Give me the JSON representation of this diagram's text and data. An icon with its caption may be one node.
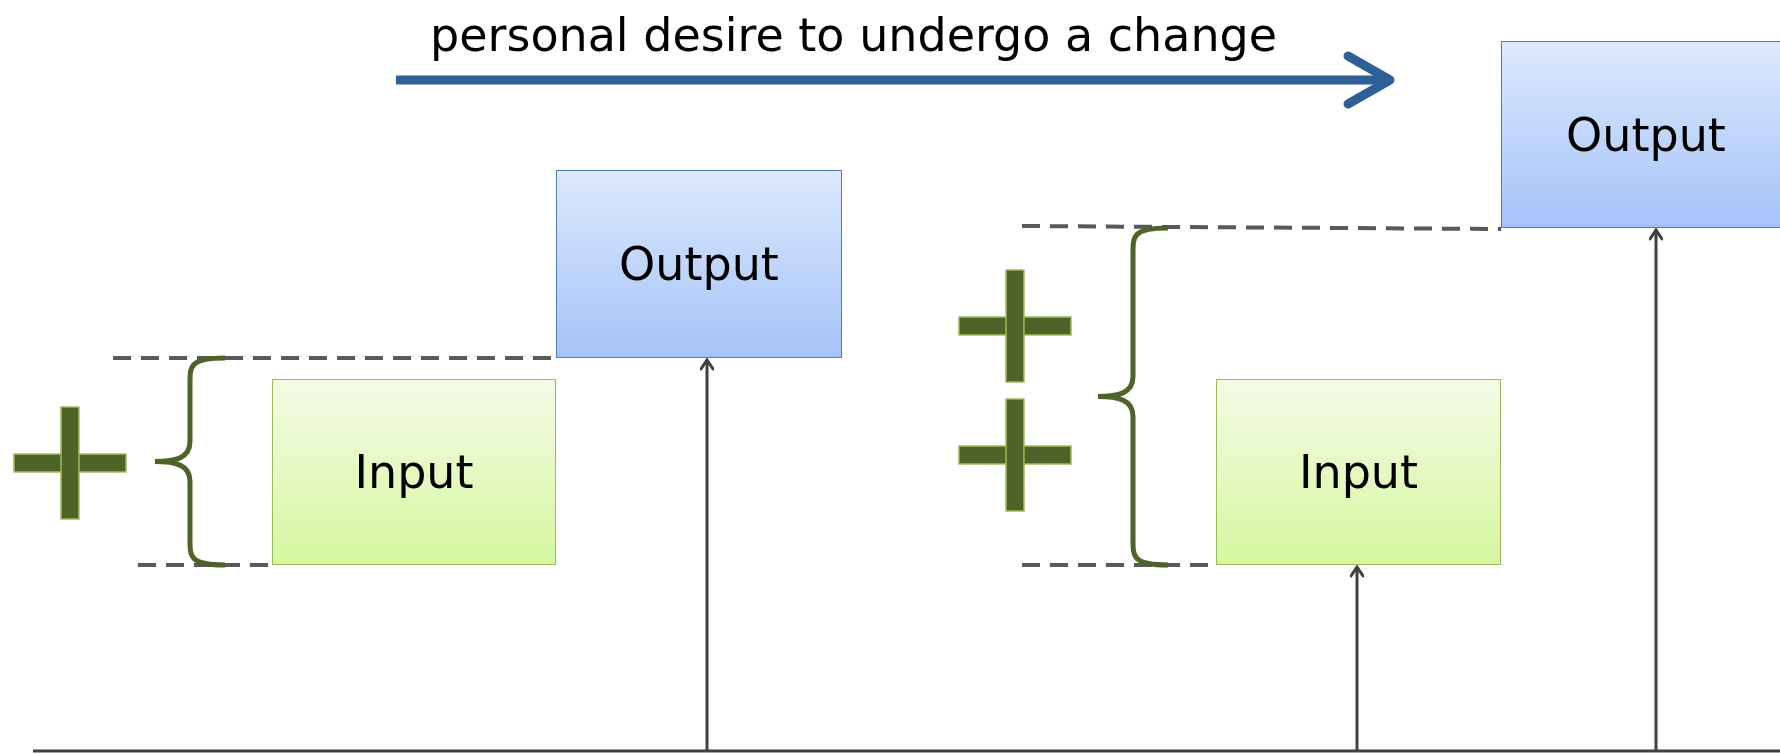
{
  "diagram": {
    "nodes": [
      {
        "text": [
          "Output"
        ]
      },
      {
        "text": [
          "Input"
        ]
      },
      {
        "text": [
          "Input"
        ]
      },
      {
        "text": [
          "Output"
        ]
      }
    ],
    "edges": [
      {
        "from": null,
        "to": 0,
        "arrow": "to"
      },
      {
        "from": null,
        "to": 2,
        "arrow": "to"
      },
      {
        "from": null,
        "to": 3,
        "arrow": "to"
      }
    ],
    "labels": [
      "personal desire to undergo a change"
    ]
  }
}
